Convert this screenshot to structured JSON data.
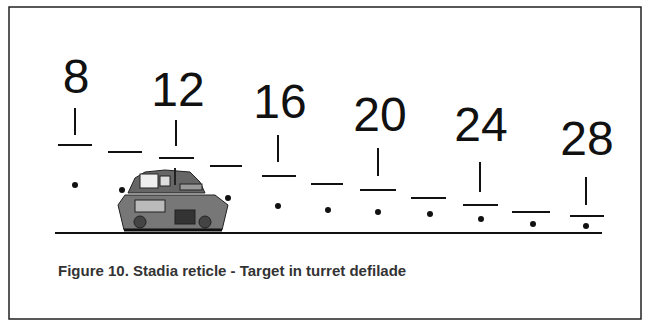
{
  "diagram": {
    "caption": "Figure 10. Stadia reticle - Target in turret defilade",
    "labels": [
      "8",
      "12",
      "16",
      "20",
      "24",
      "28"
    ]
  }
}
